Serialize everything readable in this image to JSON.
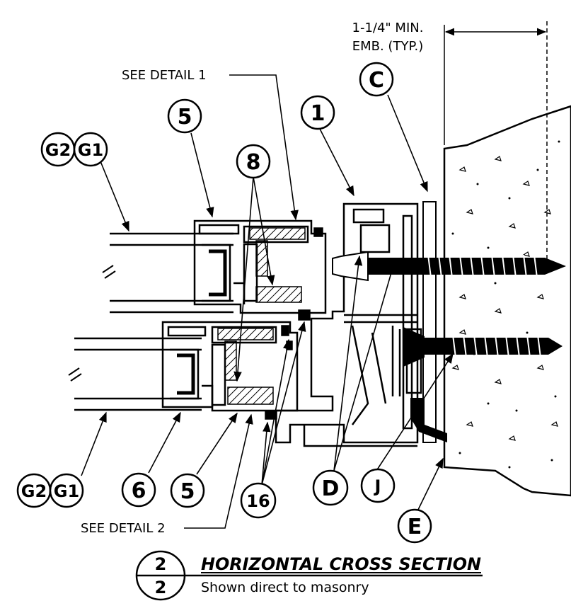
{
  "notes": {
    "embedment_line1": "1-1/4\" MIN.",
    "embedment_line2": "EMB. (TYP.)",
    "see_detail_1": "SEE DETAIL 1",
    "see_detail_2": "SEE DETAIL 2"
  },
  "callouts": {
    "c": "C",
    "five_top": "5",
    "one": "1",
    "g2_top": "G2",
    "g1_top": "G1",
    "eight": "8",
    "g2_bottom": "G2",
    "g1_bottom": "G1",
    "six": "6",
    "five_bottom": "5",
    "sixteen": "16",
    "d": "D",
    "j": "J",
    "e": "E"
  },
  "title_block": {
    "detail_number": "2",
    "sheet_number": "2",
    "title": "HORIZONTAL CROSS SECTION",
    "subtitle": "Shown direct to masonry"
  }
}
